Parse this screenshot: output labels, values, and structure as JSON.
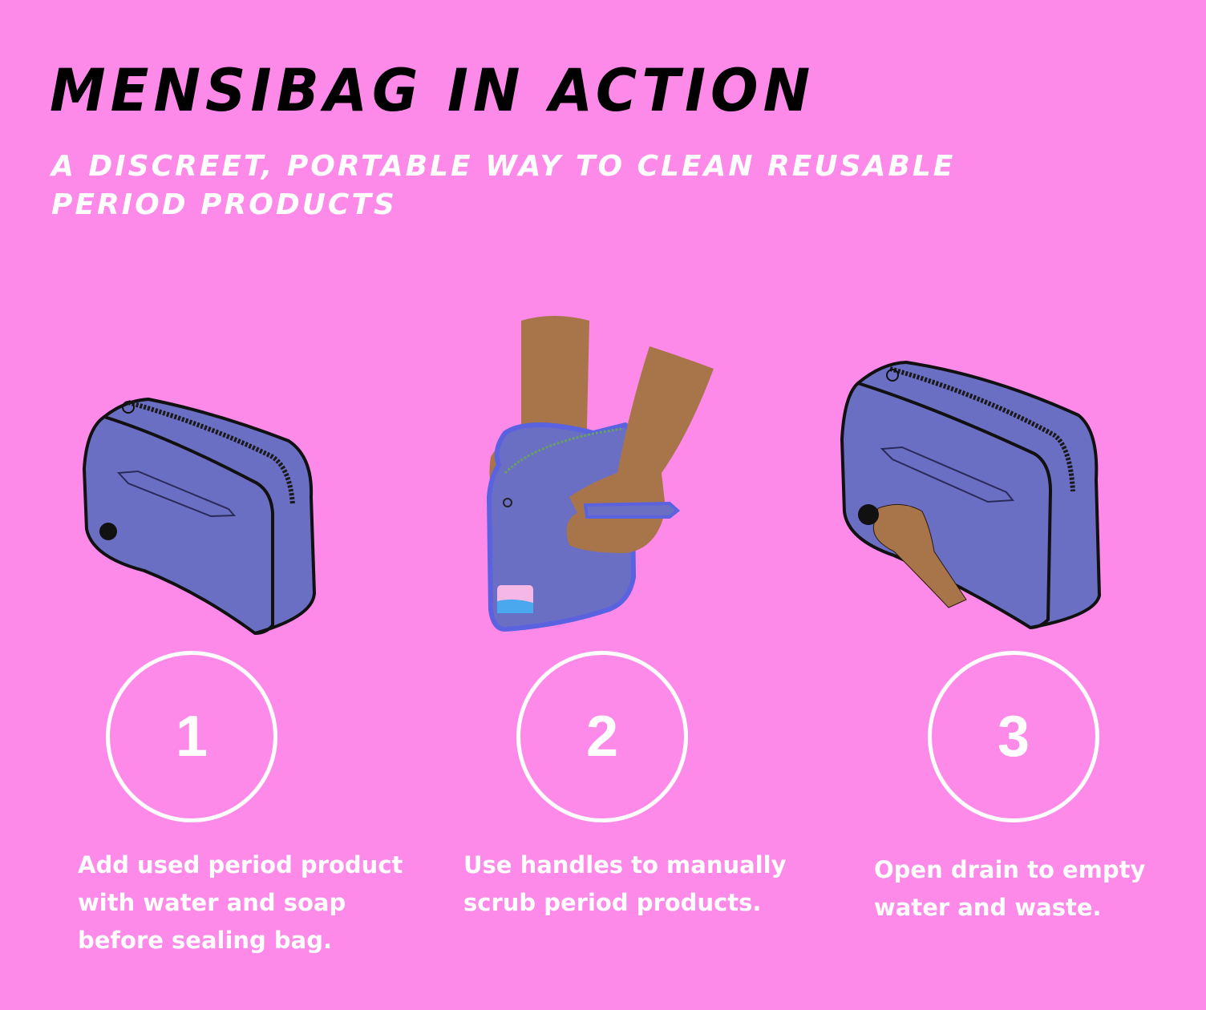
{
  "header": {
    "title": "MENSIBAG IN ACTION",
    "subtitle": "A DISCREET, PORTABLE WAY TO CLEAN REUSABLE PERIOD PRODUCTS"
  },
  "colors": {
    "background": "#fd8ae9",
    "bag": "#6a6fc4",
    "bag_outline": "#111111",
    "skin": "#a8754a",
    "text_light": "#ffffff",
    "title": "#000000"
  },
  "steps": [
    {
      "number": "1",
      "text": "Add used period product with water and soap before sealing bag.",
      "illustration": "bag-closed-icon"
    },
    {
      "number": "2",
      "text": "Use handles to manually scrub period products.",
      "illustration": "hands-scrubbing-bag-icon"
    },
    {
      "number": "3",
      "text": "Open drain to empty water and waste.",
      "illustration": "hand-opening-drain-icon"
    }
  ]
}
